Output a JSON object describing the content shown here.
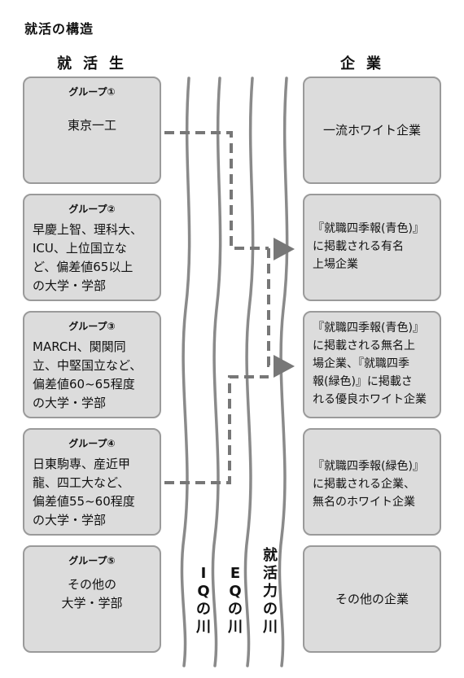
{
  "title": "就活の構造",
  "headers": {
    "left": "就活生",
    "right": "企業"
  },
  "groups": [
    {
      "label": "グループ①",
      "text": "東京一工"
    },
    {
      "label": "グループ②",
      "text": "早慶上智、理科大、\nICU、上位国立な\nど、偏差値65以上\nの大学・学部"
    },
    {
      "label": "グループ③",
      "text": "MARCH、関関同\n立、中堅国立など、\n偏差値60~65程度\nの大学・学部"
    },
    {
      "label": "グループ④",
      "text": "日東駒専、産近甲\n龍、四工大など、\n偏差値55~60程度\nの大学・学部"
    },
    {
      "label": "グループ⑤",
      "text": "その他の\n大学・学部"
    }
  ],
  "enterprises": [
    {
      "text": "一流ホワイト企業"
    },
    {
      "text": "『就職四季報(青色)』\nに掲載される有名\n上場企業"
    },
    {
      "text": "『就職四季報(青色)』\nに掲載される無名上\n場企業、『就職四季\n報(緑色)』に掲載さ\nれる優良ホワイト企業"
    },
    {
      "text": "『就職四季報(緑色)』\nに掲載される企業、\n無名のホワイト企業"
    },
    {
      "text": "その他の企業"
    }
  ],
  "rivers": [
    {
      "label": "IQの川"
    },
    {
      "label": "EQの川"
    },
    {
      "label": "就活力の川"
    }
  ],
  "colors": {
    "box_fill": "#dcdcdc",
    "box_border": "#9a9a9a",
    "river": "#8a8a8a",
    "arrow": "#777777"
  }
}
